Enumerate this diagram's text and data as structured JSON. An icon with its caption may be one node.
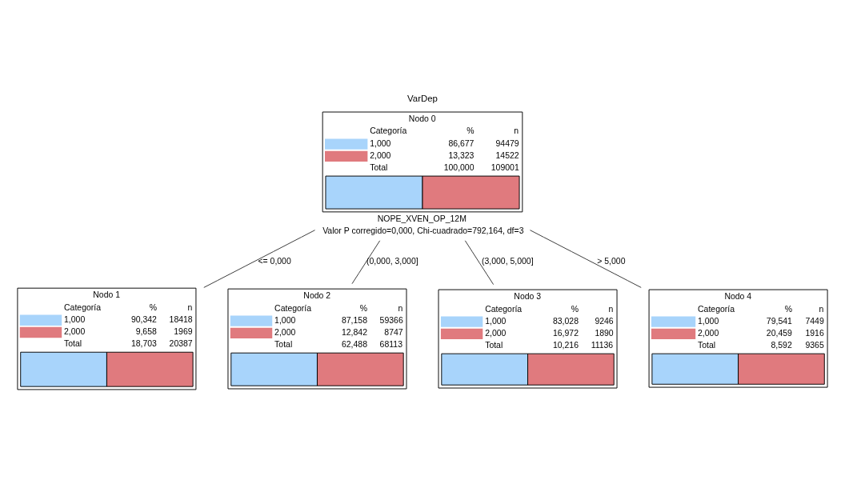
{
  "diagram": {
    "title": "VarDep",
    "nodes": [
      {
        "text": [
          "Nodo 0",
          "Categoría",
          "%",
          "n",
          "1,000",
          "86,677",
          "94479",
          "2,000",
          "13,323",
          "14522",
          "Total",
          "100,000",
          "109001"
        ],
        "beside": [
          "NOPE_XVEN_OP_12M",
          "Valor P corregido=0,000, Chi-cuadrado=792,164, df=3"
        ]
      },
      {
        "text": [
          "Nodo 1",
          "Categoría",
          "%",
          "n",
          "1,000",
          "90,342",
          "18418",
          "2,000",
          "9,658",
          "1969",
          "Total",
          "18,703",
          "20387"
        ]
      },
      {
        "text": [
          "Nodo 2",
          "Categoría",
          "%",
          "n",
          "1,000",
          "87,158",
          "59366",
          "2,000",
          "12,842",
          "8747",
          "Total",
          "62,488",
          "68113"
        ]
      },
      {
        "text": [
          "Nodo 3",
          "Categoría",
          "%",
          "n",
          "1,000",
          "83,028",
          "9246",
          "2,000",
          "16,972",
          "1890",
          "Total",
          "10,216",
          "11136"
        ]
      },
      {
        "text": [
          "Nodo 4",
          "Categoría",
          "%",
          "n",
          "1,000",
          "79,541",
          "7449",
          "2,000",
          "20,459",
          "1916",
          "Total",
          "8,592",
          "9365"
        ]
      }
    ],
    "edges": [
      {
        "from": 0,
        "to": 1,
        "arrow": "none",
        "label": "<= 0,000"
      },
      {
        "from": 0,
        "to": 2,
        "arrow": "none",
        "label": "(0,000, 3,000]"
      },
      {
        "from": 0,
        "to": 3,
        "arrow": "none",
        "label": "(3,000, 5,000]"
      },
      {
        "from": 0,
        "to": 4,
        "arrow": "none",
        "label": "> 5,000"
      }
    ]
  }
}
